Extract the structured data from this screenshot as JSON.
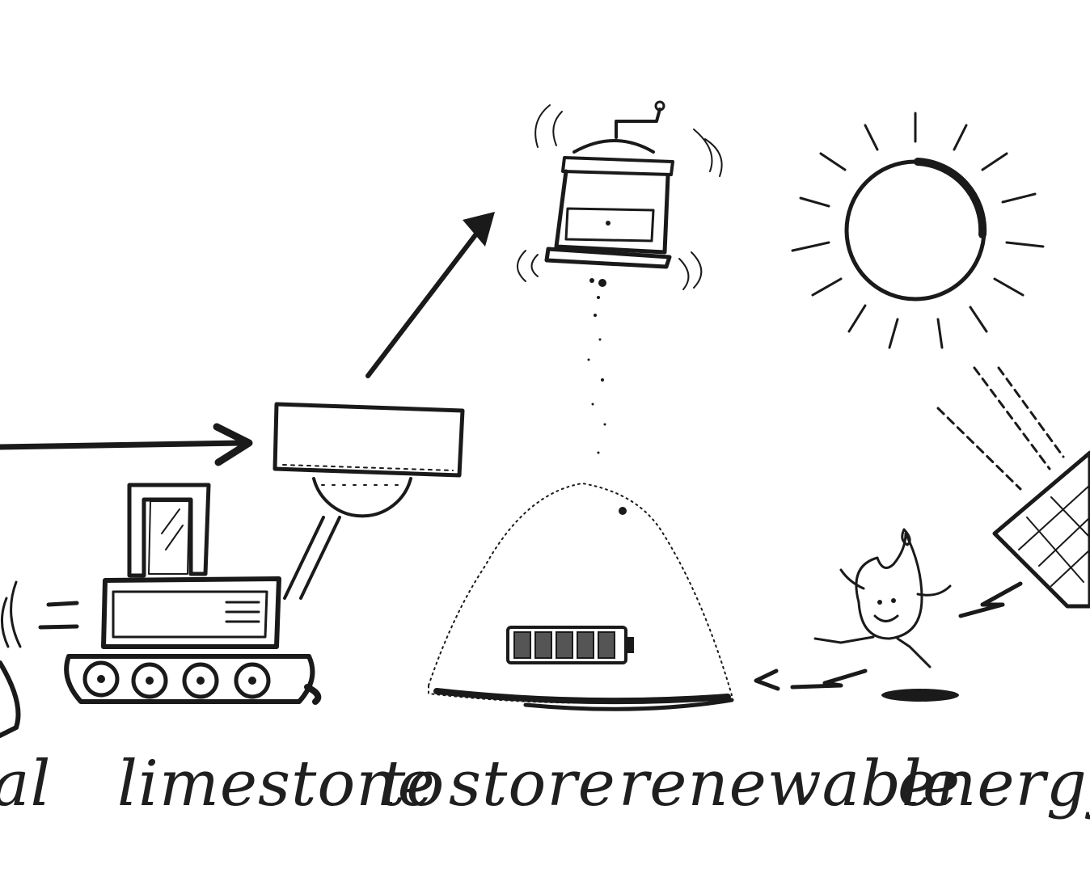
{
  "caption": {
    "words": [
      "al",
      "limestone",
      "to",
      "store",
      "renewable",
      "energy"
    ]
  },
  "colors": {
    "ink": "#1a1a1a",
    "paper": "#ffffff"
  },
  "icons": [
    "excavator-icon",
    "stone-block-icon",
    "grinder-icon",
    "sun-icon",
    "solar-panel-icon",
    "flame-character-icon",
    "limestone-pile-icon",
    "battery-icon",
    "arrow-icon",
    "lightning-arrow-icon"
  ],
  "battery": {
    "cells": 5,
    "filled": 5
  }
}
